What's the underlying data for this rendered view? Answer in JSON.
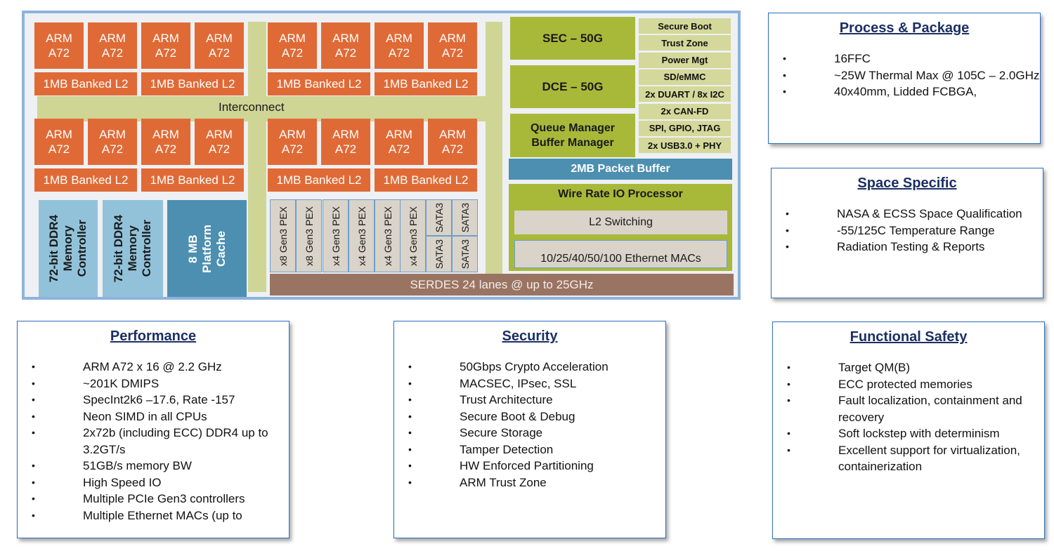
{
  "diagram": {
    "interconnect_label": "Interconnect",
    "core_clusters": [
      {
        "cores": [
          "ARM\nA72",
          "ARM\nA72",
          "ARM\nA72",
          "ARM\nA72"
        ],
        "l2": [
          "1MB Banked L2",
          "1MB Banked L2"
        ]
      },
      {
        "cores": [
          "ARM\nA72",
          "ARM\nA72",
          "ARM\nA72",
          "ARM\nA72"
        ],
        "l2": [
          "1MB Banked L2",
          "1MB Banked L2"
        ]
      },
      {
        "cores": [
          "ARM\nA72",
          "ARM\nA72",
          "ARM\nA72",
          "ARM\nA72"
        ],
        "l2": [
          "1MB Banked L2",
          "1MB Banked L2"
        ]
      },
      {
        "cores": [
          "ARM\nA72",
          "ARM\nA72",
          "ARM\nA72",
          "ARM\nA72"
        ],
        "l2": [
          "1MB Banked L2",
          "1MB Banked L2"
        ]
      }
    ],
    "memory_controllers": [
      "72-bit DDR4\nMemory\nController",
      "72-bit DDR4\nMemory\nController"
    ],
    "platform_cache": "8 MB\nPlatform\nCache",
    "pex": [
      "x8 Gen3 PEX",
      "x8 Gen3 PEX",
      "x4 Gen3 PEX",
      "x4 Gen3 PEX",
      "x4 Gen3 PEX",
      "x4 Gen3 PEX"
    ],
    "sata": [
      "SATA3",
      "SATA3",
      "SATA3",
      "SATA3"
    ],
    "serdes": "SERDES 24 lanes @ up to 25GHz",
    "accelerators": [
      "SEC – 50G",
      "DCE – 50G",
      "Queue Manager\nBuffer Manager"
    ],
    "peripherals": [
      "Secure Boot",
      "Trust Zone",
      "Power Mgt",
      "SD/eMMC",
      "2x DUART / 8x I2C",
      "2x CAN-FD",
      "SPI, GPIO, JTAG",
      "2x USB3.0 + PHY"
    ],
    "packet_buffer": "2MB Packet Buffer",
    "io_processor": {
      "title": "Wire Rate IO Processor",
      "l2_switching": "L2 Switching",
      "ethernet": "10/25/40/50/100 Ethernet MACs"
    }
  },
  "cards": {
    "process": {
      "title": "Process & Package",
      "items": [
        "16FFC",
        "~25W Thermal Max @ 105C – 2.0GHz",
        "40x40mm, Lidded FCBGA,"
      ]
    },
    "space": {
      "title": "Space Specific",
      "items": [
        "NASA & ECSS Space Qualification",
        "-55/125C Temperature Range",
        "Radiation Testing & Reports"
      ]
    },
    "performance": {
      "title": "Performance",
      "items": [
        "ARM A72 x 16 @ 2.2 GHz",
        "~201K DMIPS",
        "SpecInt2k6 –17.6, Rate -157",
        "Neon SIMD in all CPUs",
        "2x72b (including ECC) DDR4 up to 3.2GT/s",
        "51GB/s memory BW",
        "High Speed IO",
        "Multiple PCIe Gen3 controllers",
        "Multiple Ethernet MACs (up to"
      ]
    },
    "security": {
      "title": "Security",
      "items": [
        "50Gbps Crypto Acceleration",
        "MACSEC, IPsec, SSL",
        "Trust Architecture",
        "Secure Boot & Debug",
        "Secure Storage",
        "Tamper Detection",
        "HW Enforced Partitioning",
        "ARM Trust Zone"
      ]
    },
    "safety": {
      "title": "Functional Safety",
      "items": [
        "Target QM(B)",
        "ECC protected memories",
        "Fault localization, containment and recovery",
        "Soft lockstep with determinism",
        "Excellent support for virtualization, containerization"
      ]
    }
  },
  "bullet_glyph": "•"
}
